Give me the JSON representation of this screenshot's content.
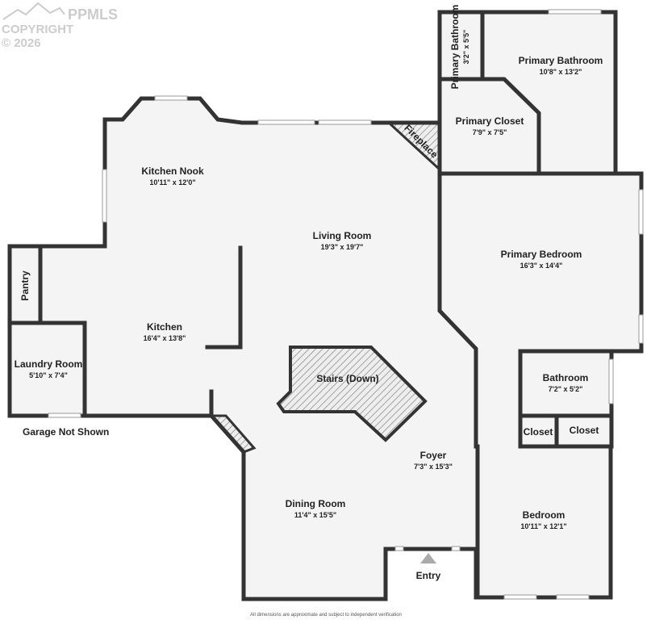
{
  "logo": {
    "brand": "PPMLS",
    "copyright": "COPYRIGHT © 2026"
  },
  "colors": {
    "wall": "#333333",
    "floor": "#f4f4f4",
    "hatch": "#888888"
  },
  "rooms": [
    {
      "name": "Primary Bathroom",
      "dims": "10'8\" x 13'2\""
    },
    {
      "name": "Primary Bathroom",
      "dims": "3'2\" x 5'5\""
    },
    {
      "name": "Primary Closet",
      "dims": "7'9\" x 7'5\""
    },
    {
      "name": "Kitchen Nook",
      "dims": "10'11\" x 12'0\""
    },
    {
      "name": "Living Room",
      "dims": "19'3\" x 19'7\""
    },
    {
      "name": "Primary Bedroom",
      "dims": "16'3\" x 14'4\""
    },
    {
      "name": "Kitchen",
      "dims": "16'4\" x 13'8\""
    },
    {
      "name": "Laundry Room",
      "dims": "5'10\" x 7'4\""
    },
    {
      "name": "Bathroom",
      "dims": "7'2\" x 5'2\""
    },
    {
      "name": "Foyer",
      "dims": "7'3\" x 15'3\""
    },
    {
      "name": "Dining Room",
      "dims": "11'4\" x 15'5\""
    },
    {
      "name": "Bedroom",
      "dims": "10'11\" x 12'1\""
    }
  ],
  "labels": {
    "pantry": "Pantry",
    "fireplace": "Fireplace",
    "stairs": "Stairs (Down)",
    "closet1": "Closet",
    "closet2": "Closet",
    "entry": "Entry",
    "garage": "Garage Not Shown"
  },
  "footnote": "All dimensions are approximate and subject to independent verification"
}
